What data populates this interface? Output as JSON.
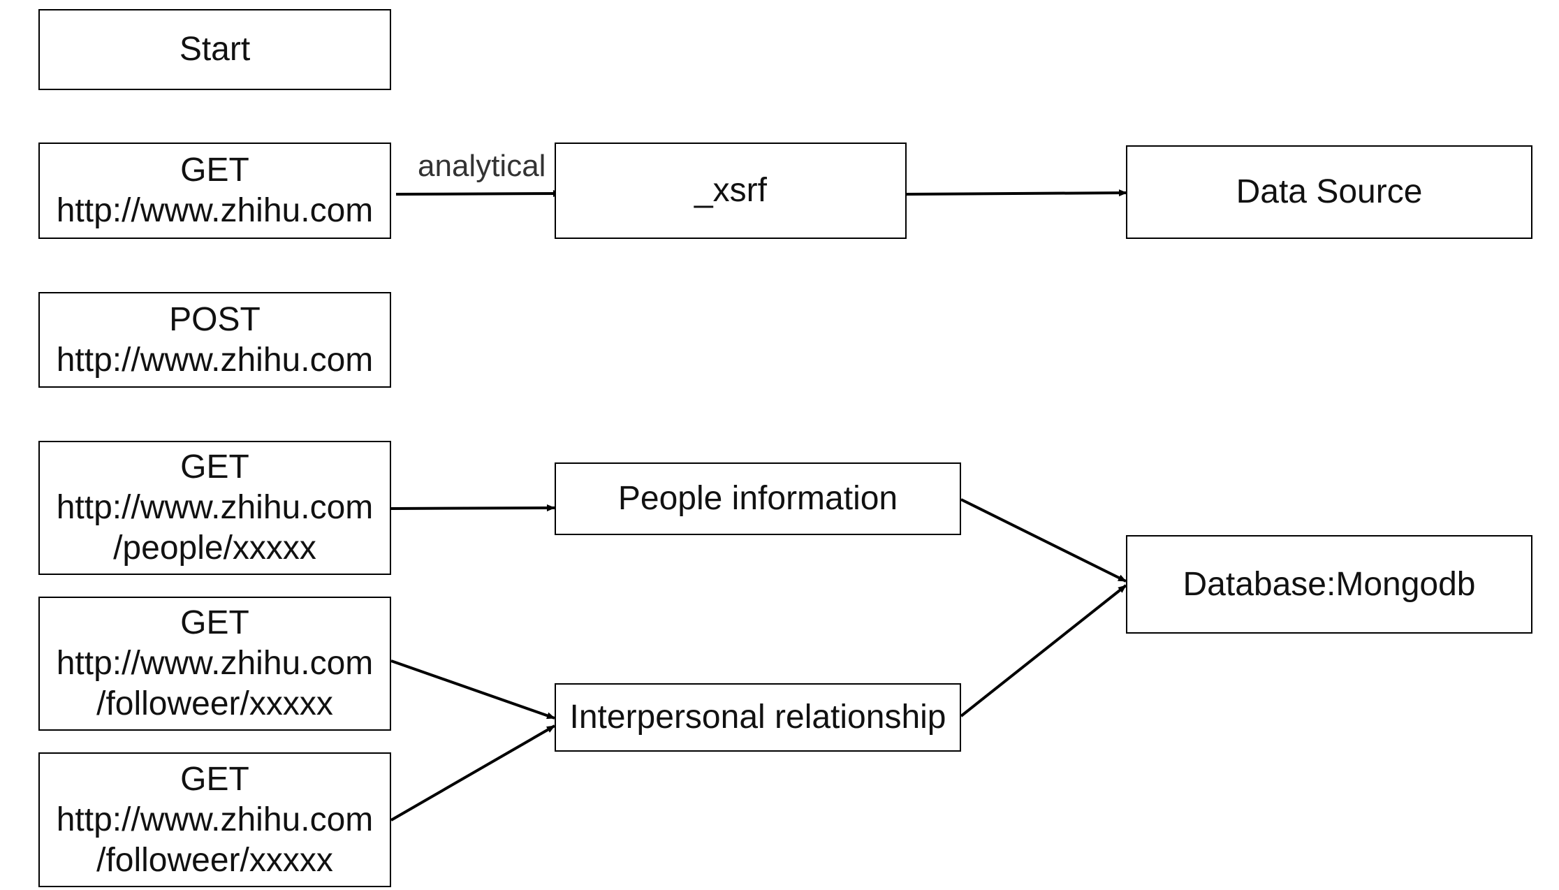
{
  "nodes": {
    "start": {
      "lines": [
        "Start"
      ]
    },
    "get_home": {
      "lines": [
        "GET",
        "http://www.zhihu.com"
      ]
    },
    "post_home": {
      "lines": [
        "POST",
        "http://www.zhihu.com"
      ]
    },
    "get_people": {
      "lines": [
        "GET",
        "http://www.zhihu.com",
        "/people/xxxxx"
      ]
    },
    "get_followeer_1": {
      "lines": [
        "GET",
        "http://www.zhihu.com",
        "/followeer/xxxxx"
      ]
    },
    "get_followeer_2": {
      "lines": [
        "GET",
        "http://www.zhihu.com",
        "/followeer/xxxxx"
      ]
    },
    "xsrf": {
      "lines": [
        "_xsrf"
      ]
    },
    "data_source": {
      "lines": [
        "Data Source"
      ]
    },
    "people_info": {
      "lines": [
        "People information"
      ]
    },
    "interpersonal": {
      "lines": [
        "Interpersonal relationship"
      ]
    },
    "database": {
      "lines": [
        "Database:Mongodb"
      ]
    }
  },
  "edges": [
    {
      "id": "get-home-to-xsrf",
      "from": "get_home",
      "to": "xsrf",
      "label": "analytical"
    },
    {
      "id": "xsrf-to-data-source",
      "from": "xsrf",
      "to": "data_source",
      "label": ""
    },
    {
      "id": "get-people-to-people-info",
      "from": "get_people",
      "to": "people_info",
      "label": ""
    },
    {
      "id": "get-followeer-1-to-interpersonal",
      "from": "get_followeer_1",
      "to": "interpersonal",
      "label": ""
    },
    {
      "id": "get-followeer-2-to-interpersonal",
      "from": "get_followeer_2",
      "to": "interpersonal",
      "label": ""
    },
    {
      "id": "people-info-to-database",
      "from": "people_info",
      "to": "database",
      "label": ""
    },
    {
      "id": "interpersonal-to-database",
      "from": "interpersonal",
      "to": "database",
      "label": ""
    }
  ],
  "colors": {
    "stroke": "#000000",
    "label": "#333333",
    "background": "#ffffff"
  }
}
